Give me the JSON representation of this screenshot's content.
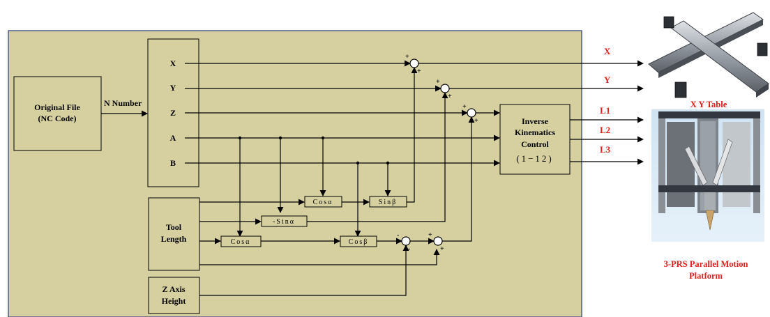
{
  "colors": {
    "panel_fill": "#d6d0a0",
    "panel_border": "#4a5a8a",
    "block_fill": "#d6d0a0",
    "output_red": "#e0201c"
  },
  "blocks": {
    "original_file": {
      "line1": "Original File",
      "line2": "(NC Code)"
    },
    "tool_length": {
      "line1": "Tool",
      "line2": "Length"
    },
    "z_axis_height": {
      "line1": "Z Axis",
      "line2": "Height"
    },
    "inverse_kinematics": {
      "line1": "Inverse",
      "line2": "Kinematics",
      "line3": "Control",
      "line4": "(1−12)"
    }
  },
  "connector_label": "N Number",
  "axes": [
    "X",
    "Y",
    "Z",
    "A",
    "B"
  ],
  "functions": {
    "cos_alpha_top": "Cosα",
    "sin_beta": "Sinβ",
    "neg_sin_alpha": "-Sinα",
    "cos_alpha_bottom": "Cosα",
    "cos_beta": "Cosβ"
  },
  "signs": {
    "plus": "+",
    "minus": "-"
  },
  "outputs": [
    "X",
    "Y",
    "L1",
    "L2",
    "L3"
  ],
  "images": {
    "xy_table": {
      "caption": "X Y Table",
      "icon": "xy-table-icon"
    },
    "parallel_platform": {
      "caption_line1": "3-PRS Parallel Motion",
      "caption_line2": "Platform",
      "icon": "parallel-platform-icon"
    }
  }
}
